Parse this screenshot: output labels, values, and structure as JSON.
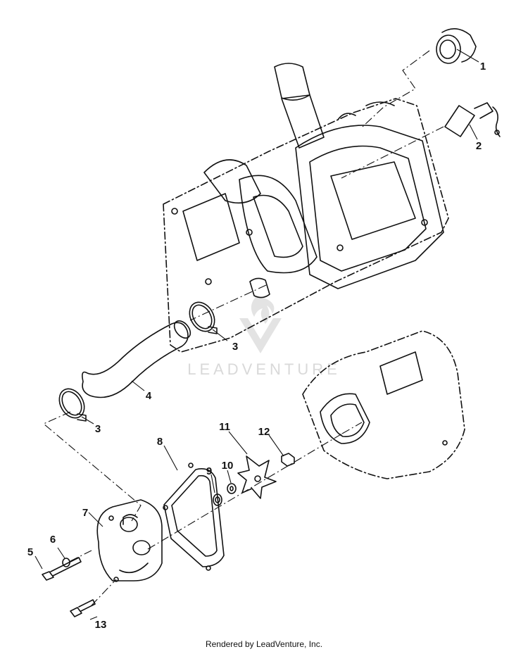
{
  "diagram": {
    "callouts": [
      "1",
      "2",
      "3",
      "3",
      "4",
      "5",
      "6",
      "7",
      "8",
      "9",
      "10",
      "11",
      "12",
      "13"
    ],
    "watermark": "LEADVENTURE",
    "footer": "Rendered by LeadVenture, Inc."
  }
}
